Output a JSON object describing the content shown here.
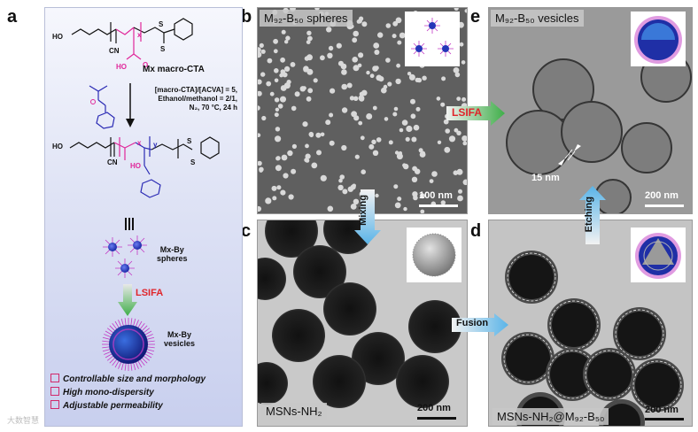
{
  "panels": {
    "a": {
      "letter": "a"
    },
    "b": {
      "letter": "b",
      "title": "M₉₂-B₅₀ spheres",
      "scale": "100 nm"
    },
    "c": {
      "letter": "c",
      "title": "MSNs-NH₂",
      "scale": "200 nm"
    },
    "d": {
      "letter": "d",
      "title": "MSNs-NH₂@M₉₂-B₅₀",
      "scale": "200 nm"
    },
    "e": {
      "letter": "e",
      "title": "M₉₂-B₅₀ vesicles",
      "scale": "200 nm",
      "annotation": "15 nm"
    }
  },
  "scheme": {
    "cta_label": "Mx macro-CTA",
    "conditions": [
      "[macro-CTA]/[ACVA] = 5,",
      "Ethanol/methanol = 2/1,",
      "N₂, 70 °C, 24 h"
    ],
    "spheres_label": [
      "Mx-By",
      "spheres"
    ],
    "lsifa": "LSIFA",
    "vesicles_label": [
      "Mx-By",
      "vesicles"
    ],
    "chem": {
      "hooc": "HO",
      "cn": "CN",
      "ho": "HO",
      "o": "O",
      "s": "S",
      "x": "x",
      "y": "y"
    },
    "features": [
      "Controllable size and morphology",
      "High mono-dispersity",
      "Adjustable permeability"
    ]
  },
  "arrows": {
    "lsifa": "LSIFA",
    "mixing": "Mixing",
    "fusion": "Fusion",
    "etching": "Etching"
  },
  "watermark": "大数智慧",
  "colors": {
    "magenta": "#e0279a",
    "blue_chem": "#2a2ab4",
    "arrow_blue": "#5ab4e8",
    "arrow_green": "#3fae49",
    "lsifa_red": "#e0252b",
    "panel_bg": "#dfe3f5"
  }
}
